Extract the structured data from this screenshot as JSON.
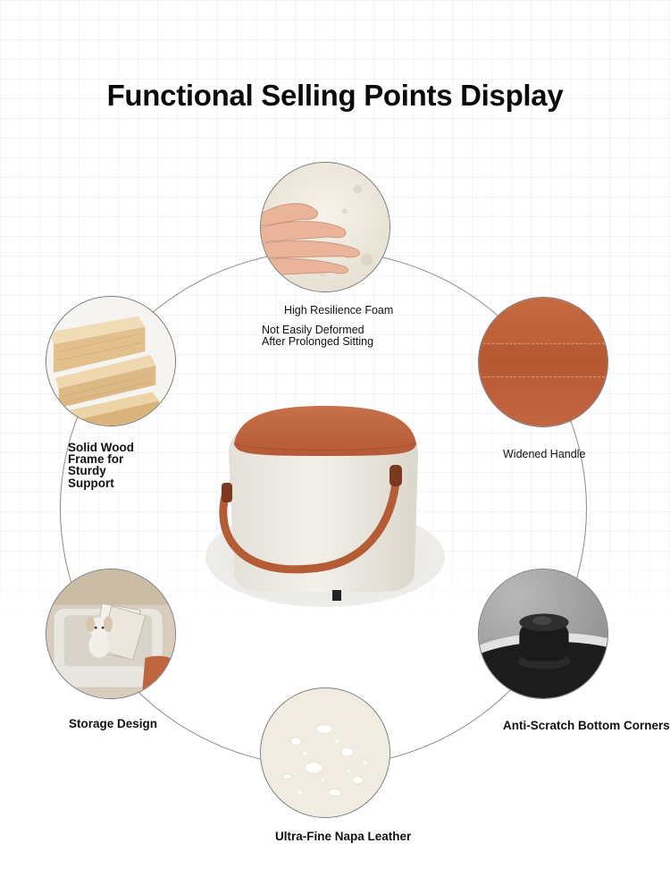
{
  "title": "Functional Selling Points Display",
  "features": {
    "foam": {
      "label": "High Resilience Foam",
      "subtext_line1": "Not Easily Deformed",
      "subtext_line2": "After Prolonged Sitting"
    },
    "wood": {
      "label_line1": "Solid Wood",
      "label_line2": "Frame for",
      "label_line3": "Sturdy",
      "label_line4": "Support"
    },
    "handle": {
      "label": "Widened Handle"
    },
    "storage": {
      "label": "Storage Design"
    },
    "corners": {
      "label": "Anti-Scratch Bottom Corners"
    },
    "leather": {
      "label": "Ultra-Fine Napa Leather"
    }
  },
  "colors": {
    "leather_orange": "#c0663f",
    "cushion_cream": "#ece8e0",
    "wood": "#e4c79b"
  }
}
